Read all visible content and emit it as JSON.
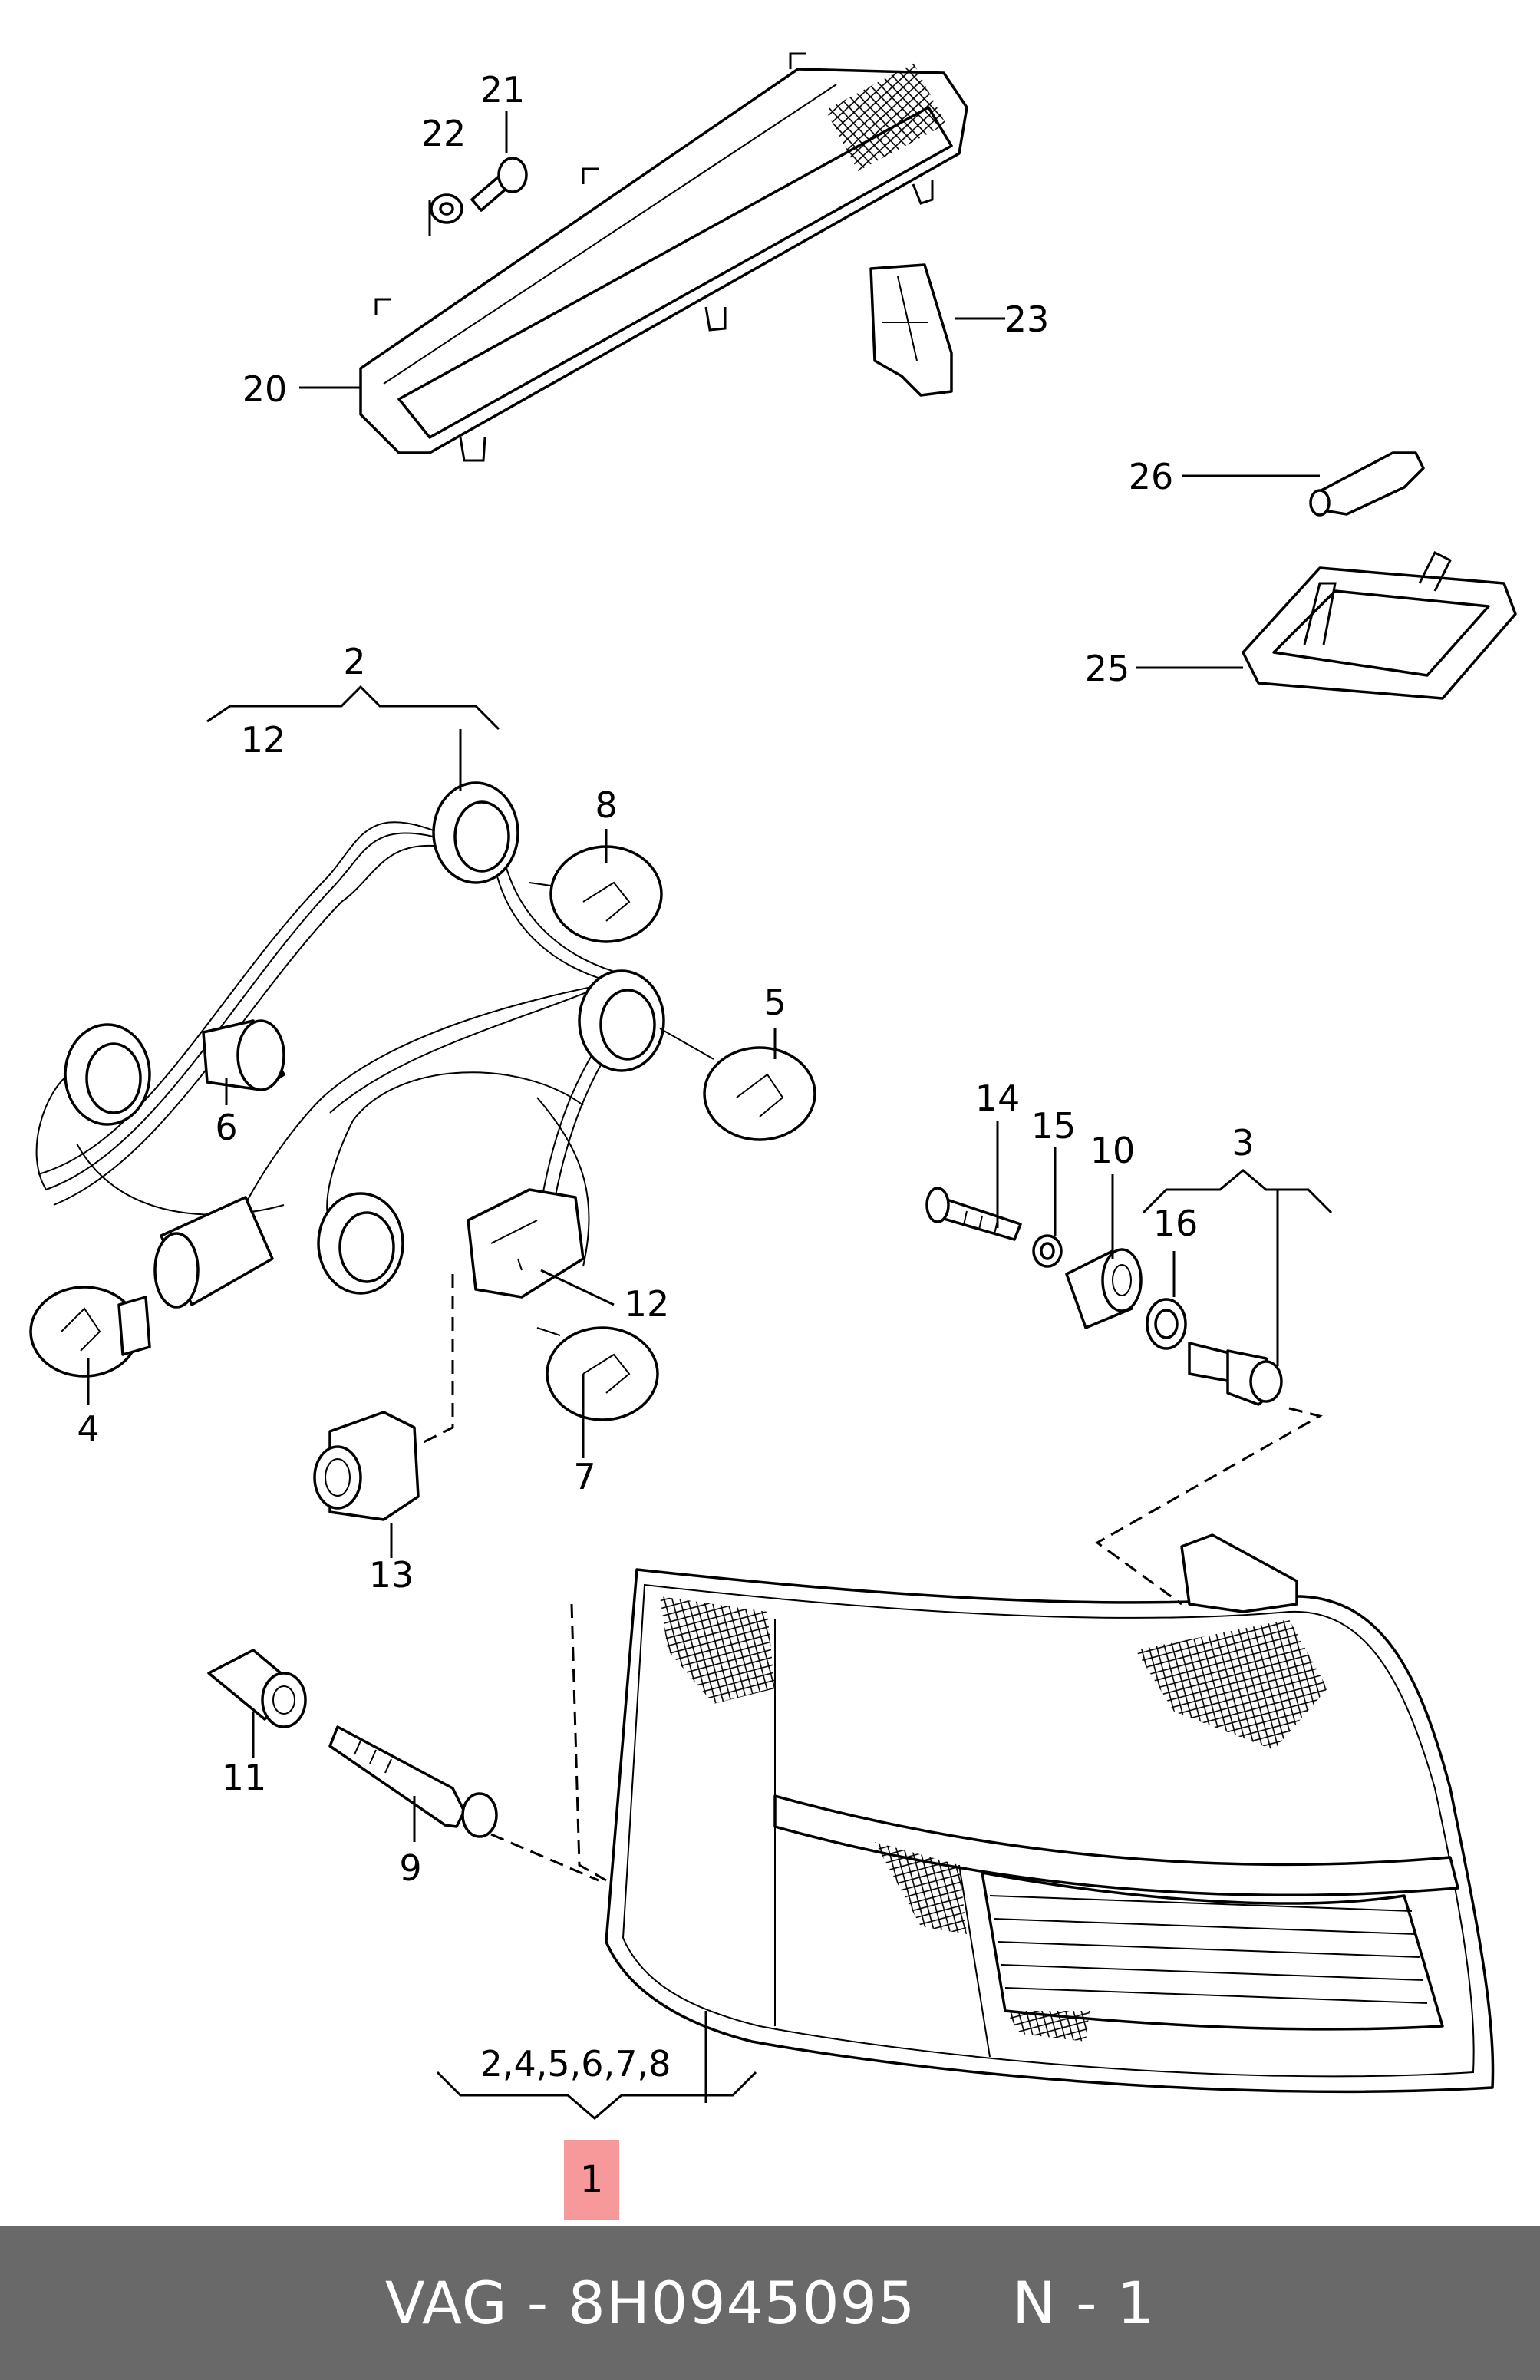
{
  "diagram": {
    "callouts": {
      "c1": "1",
      "c2": "2",
      "c3": "3",
      "c4": "4",
      "c5": "5",
      "c6": "6",
      "c7": "7",
      "c8": "8",
      "c9": "9",
      "c10": "10",
      "c11": "11",
      "c12a": "12",
      "c12b": "12",
      "c13": "13",
      "c14": "14",
      "c15": "15",
      "c16": "16",
      "c20": "20",
      "c21": "21",
      "c22": "22",
      "c23": "23",
      "c25": "25",
      "c26": "26",
      "c_set": "2,4,5,6,7,8"
    },
    "highlighted_callout": "1"
  },
  "footer": {
    "text": "VAG - 8H0945095     N - 1"
  }
}
